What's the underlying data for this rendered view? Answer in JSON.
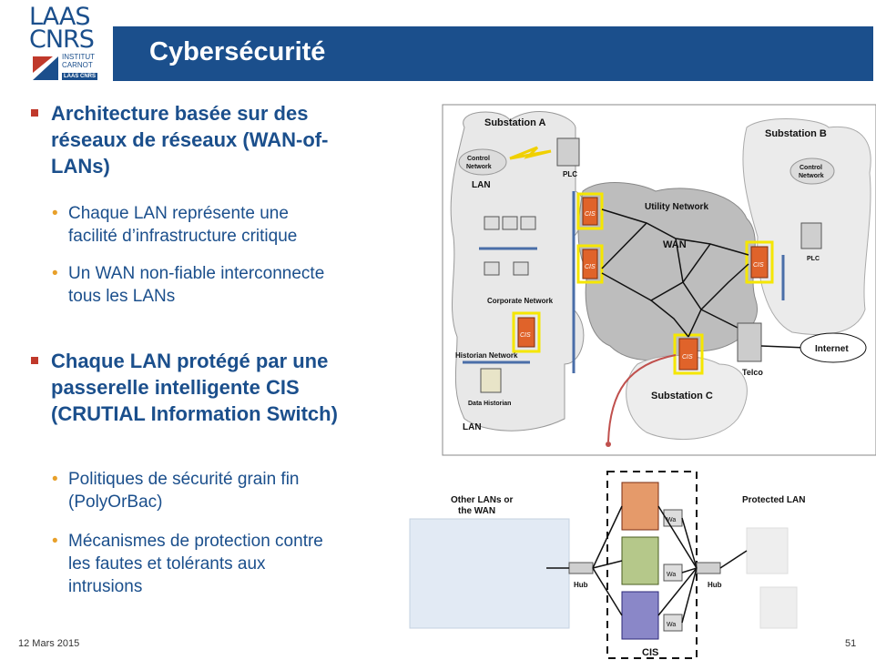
{
  "logo": {
    "line1": "LAAS",
    "line2": "CNRS",
    "carnot_line1": "INSTITUT",
    "carnot_line2": "CARNOT",
    "carnot_line3": "LAAS CNRS"
  },
  "slide_title": "Cybersécurité",
  "bullets": [
    {
      "text": "Architecture basée sur des réseaux de réseaux (WAN-of-LANs)",
      "lines": [
        "Architecture basée sur des",
        "réseaux de réseaux (WAN-of-",
        "LANs)"
      ],
      "subs": [
        {
          "lines": [
            "Chaque LAN représente une",
            "facilité d’infrastructure critique"
          ]
        },
        {
          "lines": [
            "Un WAN non-fiable interconnecte",
            "tous les LANs"
          ]
        }
      ]
    },
    {
      "text": "Chaque LAN protégé par une passerelle intelligente CIS (CRUTIAL Information Switch)",
      "lines": [
        "Chaque LAN protégé par une",
        "passerelle intelligente CIS",
        "(CRUTIAL Information Switch)"
      ],
      "subs": [
        {
          "lines": [
            "Politiques de sécurité grain fin",
            "(PolyOrBac)"
          ]
        },
        {
          "lines": [
            "Mécanismes de protection contre",
            "les fautes et tolérants aux",
            "intrusions"
          ]
        }
      ]
    }
  ],
  "diagram": {
    "substation_a": "Substation A",
    "substation_b": "Substation B",
    "substation_c": "Substation C",
    "control_network": "Control",
    "control_network2": "Network",
    "lan": "LAN",
    "plc": "PLC",
    "utility_network": "Utility Network",
    "wan": "WAN",
    "corporate_network": "Corporate Network",
    "historian_network": "Historian Network",
    "data_historian": "Data Historian",
    "telco": "Telco",
    "internet": "Internet",
    "cis": "CIS",
    "other_lans": "Other LANs or",
    "the_wan": "the WAN",
    "protected_lan": "Protected LAN",
    "hub": "Hub",
    "cis_box": "CIS",
    "wa": "Wa"
  },
  "footer": {
    "date": "12 Mars 2015",
    "page": "51"
  }
}
